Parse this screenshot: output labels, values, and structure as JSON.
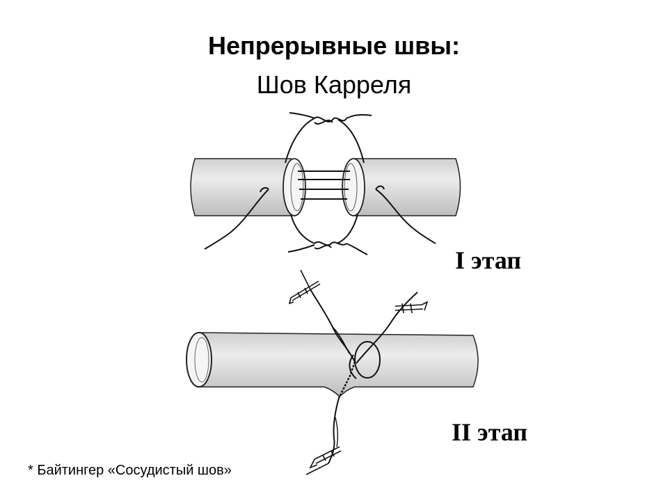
{
  "slide": {
    "title": "Непрерывные швы:",
    "subtitle": "Шов Карреля",
    "stage_1_label": "I этап",
    "stage_2_label": "II этап",
    "footnote": "*  Байтингер «Сосудистый шов»"
  },
  "colors": {
    "vessel_fill": "#dcdcdc",
    "vessel_shade": "#c4c4c4",
    "lumen": "#f4f4f4",
    "thread": "#111111"
  }
}
